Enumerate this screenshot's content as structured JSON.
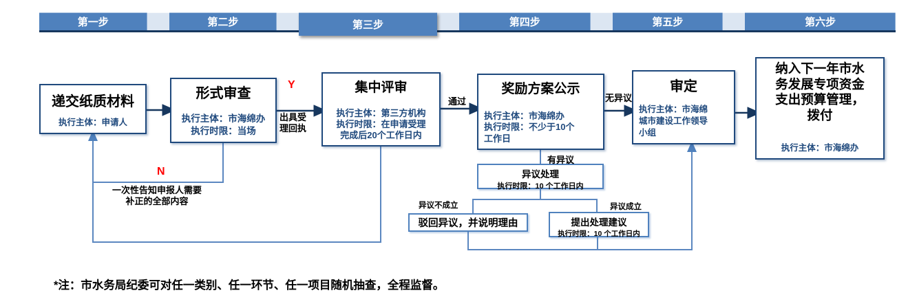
{
  "steps": {
    "items": [
      {
        "label": "第一步",
        "active": false
      },
      {
        "label": "第二步",
        "active": false
      },
      {
        "label": "第三步",
        "active": true
      },
      {
        "label": "第四步",
        "active": false
      },
      {
        "label": "第五步",
        "active": false
      },
      {
        "label": "第六步",
        "active": false
      }
    ]
  },
  "boxes": {
    "submit": {
      "title": "递交纸质材料",
      "lines": [
        "执行主体：申请人"
      ]
    },
    "formal": {
      "title": "形式审查",
      "lines": [
        "执行主体：市海绵办",
        "执行时限：当场"
      ]
    },
    "review": {
      "title": "集中评审",
      "lines": [
        "执行主体：第三方机构",
        "执行时限：在申请受理",
        "完成后20个工作日内"
      ]
    },
    "publicity": {
      "title": "奖励方案公示",
      "lines": [
        "执行主体：市海绵办",
        "执行时限：不少于10个",
        "工作日"
      ]
    },
    "approval": {
      "title": "审定",
      "lines": [
        "执行主体：市海绵",
        "城市建设工作领导",
        "小组"
      ]
    },
    "budget": {
      "title_lines": [
        "纳入下一年市水",
        "务发展专项资金",
        "支出预算管理，",
        "拨付"
      ],
      "lines": [
        "执行主体：市海绵办"
      ]
    },
    "objection": {
      "title": "异议处理",
      "sub": "执行时限：10 个工作日内"
    },
    "reject": {
      "title": "驳回异议，并说明理由"
    },
    "suggest": {
      "title": "提出处理建议",
      "sub": "执行时限：10 个工作日内"
    }
  },
  "labels": {
    "yes": "Y",
    "no": "N",
    "receipt": "出具受理回执",
    "pass": "通过",
    "no_objection": "无异议",
    "has_objection": "有异议",
    "objection_invalid": "异议不成立",
    "objection_valid": "异议成立",
    "notify": "一次性告知申报人需要补正的全部内容"
  },
  "note": "*注：市水务局纪委可对任一类别、任一环节、任一项目随机抽查，全程监督。",
  "colors": {
    "step_blue": "#4F81BD",
    "step_gap": "#DCE6F2",
    "bar_border": "#17375E",
    "box_border": "#1F497D",
    "sub_box_border": "#4F81BD",
    "subtitle_blue": "#1F497D",
    "connector_blue": "#5B87C0",
    "arrow_dark": "#17375E",
    "yn_red": "#FF0000"
  }
}
